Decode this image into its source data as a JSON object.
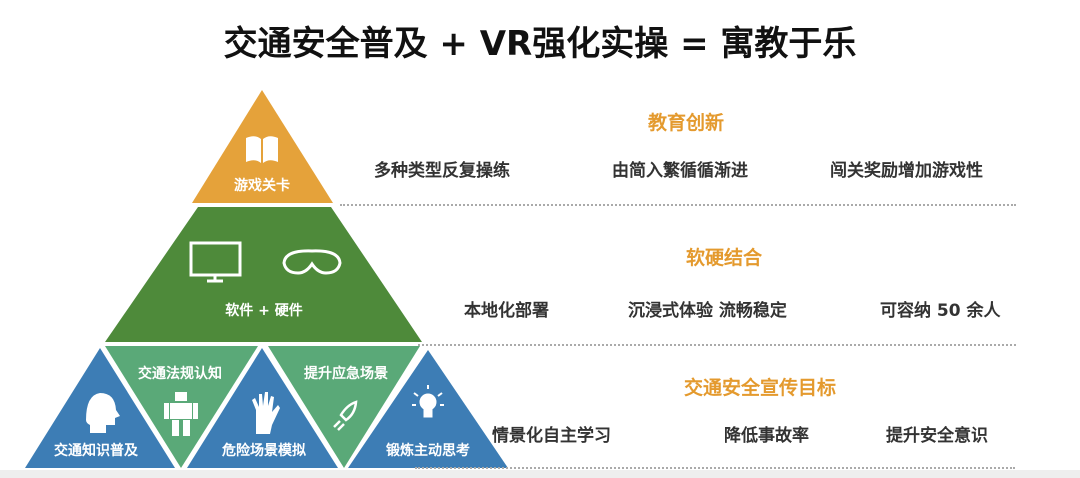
{
  "title": "交通安全普及 + VR强化实操 = 寓教于乐",
  "pyramid": {
    "top": {
      "label": "游戏关卡",
      "icon": "book-icon",
      "color": "#e5a23a"
    },
    "middle": {
      "label": "软件 + 硬件",
      "icons": [
        "monitor-icon",
        "vr-goggles-icon"
      ],
      "color": "#4e8a3a"
    },
    "bottom": [
      {
        "label": "交通知识普及",
        "icon": "head-icon",
        "color": "#3d7db5"
      },
      {
        "label": "交通法规认知",
        "icon": "robot-icon",
        "color": "#5aa978"
      },
      {
        "label": "危险场景模拟",
        "icon": "hand-icon",
        "color": "#3d7db5"
      },
      {
        "label": "提升应急场景",
        "icon": "rocket-icon",
        "color": "#5aa978"
      },
      {
        "label": "锻炼主动思考",
        "icon": "lightbulb-icon",
        "color": "#3d7db5"
      }
    ]
  },
  "sections": [
    {
      "heading": "教育创新",
      "items": [
        "多种类型反复操练",
        "由简入繁循循渐进",
        "闯关奖励增加游戏性"
      ]
    },
    {
      "heading": "软硬结合",
      "items": [
        "本地化部署",
        "沉浸式体验 流畅稳定",
        "可容纳 50 余人"
      ]
    },
    {
      "heading": "交通安全宣传目标",
      "items": [
        "情景化自主学习",
        "降低事故率",
        "提升安全意识"
      ]
    }
  ]
}
